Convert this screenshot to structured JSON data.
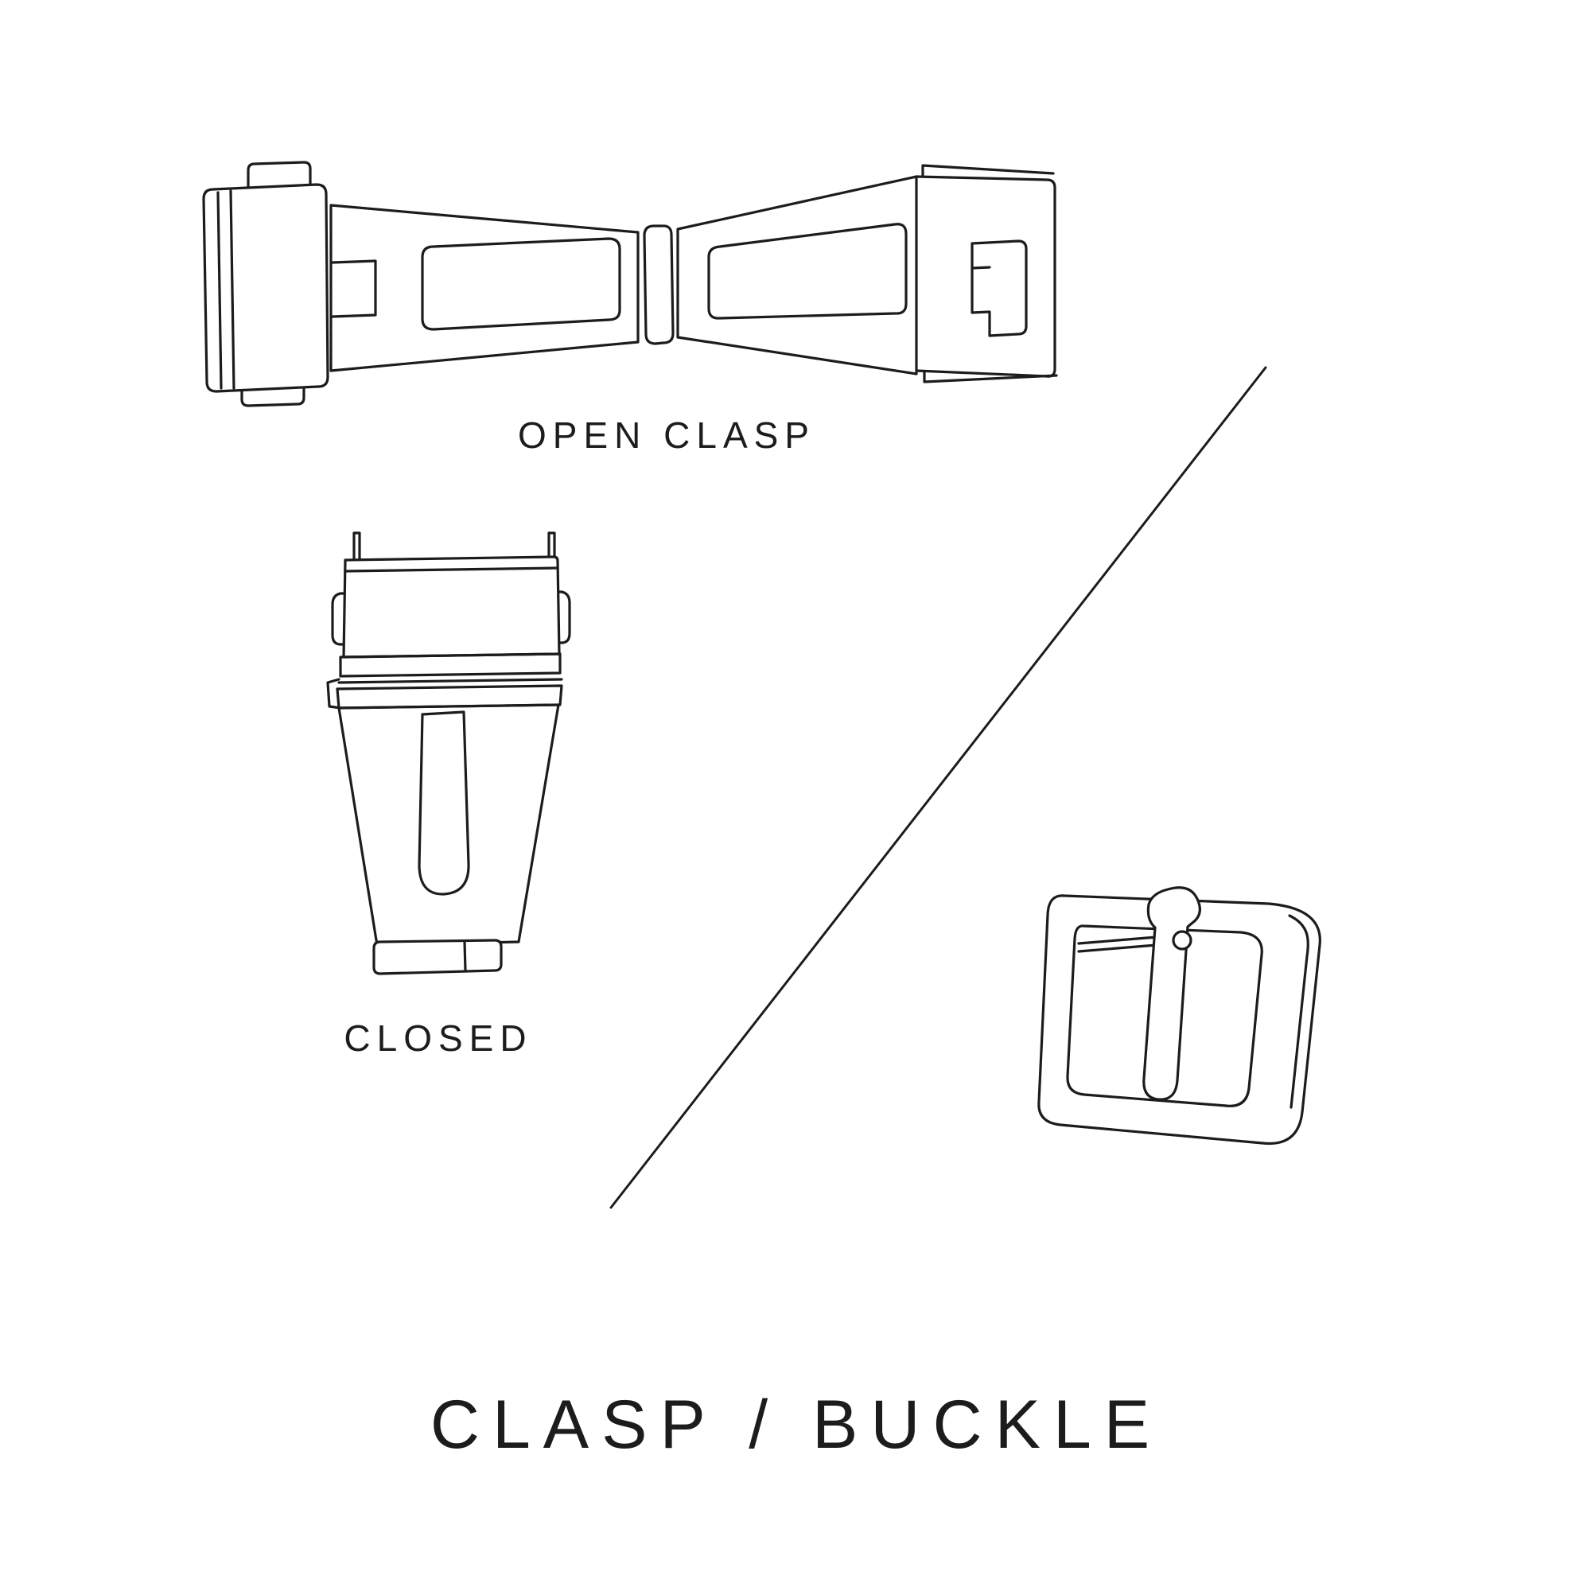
{
  "canvas": {
    "background": "#ffffff",
    "line_color": "#1c1c1c"
  },
  "labels": {
    "open_clasp": "OPEN CLASP",
    "closed": "CLOSED",
    "title": "CLASP / BUCKLE"
  },
  "figures": {
    "open_clasp": "open-clasp-line-drawing",
    "closed_clasp": "closed-clasp-line-drawing",
    "buckle": "tang-buckle-line-drawing",
    "divider": "diagonal-divider-line"
  }
}
